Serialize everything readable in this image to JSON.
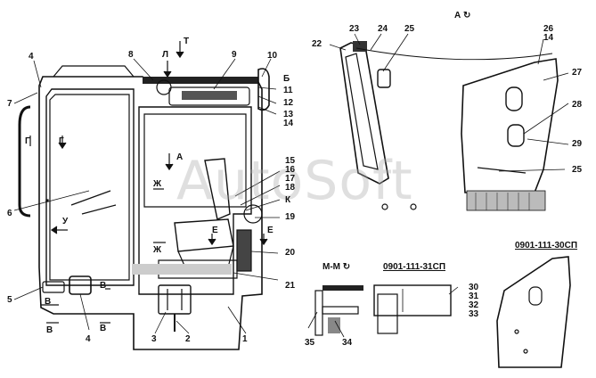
{
  "watermark": "AutoSoft",
  "captions": {
    "view_a": "А",
    "section_mm": "М-М",
    "part_31": "0901-111-31СП",
    "part_30": "0901-111-30СП"
  },
  "callouts": {
    "n1": "1",
    "n2": "2",
    "n3": "3",
    "n4a": "4",
    "n4b": "4",
    "n5": "5",
    "n6": "6",
    "n7": "7",
    "n8": "8",
    "n9": "9",
    "n10": "10",
    "n11": "11",
    "n12": "12",
    "n13": "13",
    "n14": "14",
    "n15": "15",
    "n16": "16",
    "n17": "17",
    "n18": "18",
    "n19": "19",
    "n20": "20",
    "n21": "21",
    "n22": "22",
    "n23": "23",
    "n24": "24",
    "n25a": "25",
    "n25b": "25",
    "n26": "26",
    "n14b": "14",
    "n27": "27",
    "n28": "28",
    "n29": "29",
    "n30": "30",
    "n31": "31",
    "n32": "32",
    "n33": "33",
    "n34": "34",
    "n35": "35"
  },
  "view_marks": {
    "t": "Т",
    "l": "Л",
    "b": "Б",
    "g1": "Г",
    "g2": "Г",
    "a": "А",
    "zh1": "Ж",
    "zh2": "Ж",
    "k": "К",
    "e1": "Е",
    "e2": "Е",
    "u": "У",
    "v1": "В",
    "v2": "В",
    "v3": "В",
    "v4": "В"
  }
}
